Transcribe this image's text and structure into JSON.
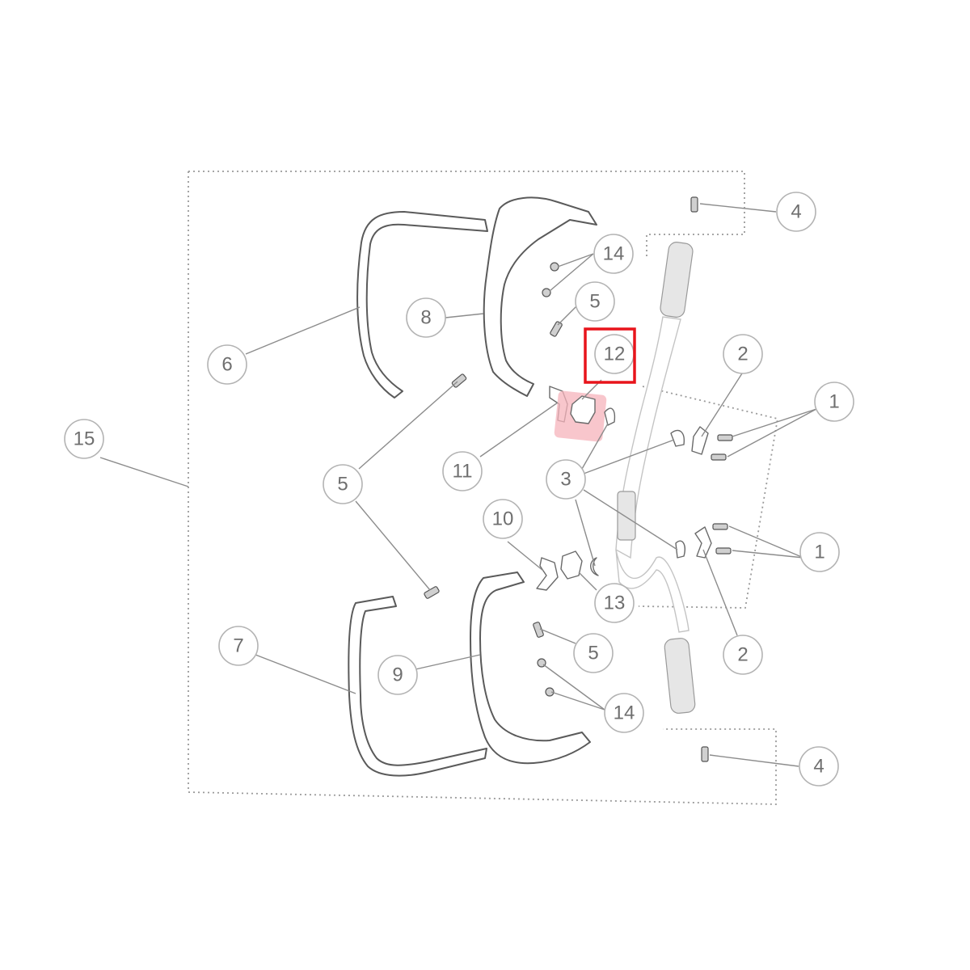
{
  "callouts": [
    {
      "id": "c1a",
      "label": "1"
    },
    {
      "id": "c1b",
      "label": "1"
    },
    {
      "id": "c2a",
      "label": "2"
    },
    {
      "id": "c2b",
      "label": "2"
    },
    {
      "id": "c3",
      "label": "3"
    },
    {
      "id": "c4a",
      "label": "4"
    },
    {
      "id": "c4b",
      "label": "4"
    },
    {
      "id": "c5a",
      "label": "5"
    },
    {
      "id": "c5b",
      "label": "5"
    },
    {
      "id": "c5c",
      "label": "5"
    },
    {
      "id": "c6",
      "label": "6"
    },
    {
      "id": "c7",
      "label": "7"
    },
    {
      "id": "c8",
      "label": "8"
    },
    {
      "id": "c9",
      "label": "9"
    },
    {
      "id": "c10",
      "label": "10"
    },
    {
      "id": "c11",
      "label": "11"
    },
    {
      "id": "c12",
      "label": "12"
    },
    {
      "id": "c13",
      "label": "13"
    },
    {
      "id": "c14a",
      "label": "14"
    },
    {
      "id": "c14b",
      "label": "14"
    },
    {
      "id": "c15",
      "label": "15"
    }
  ],
  "highlight": {
    "label": "12",
    "color": "#e8141b",
    "fill_color": "#f6b3bb"
  }
}
